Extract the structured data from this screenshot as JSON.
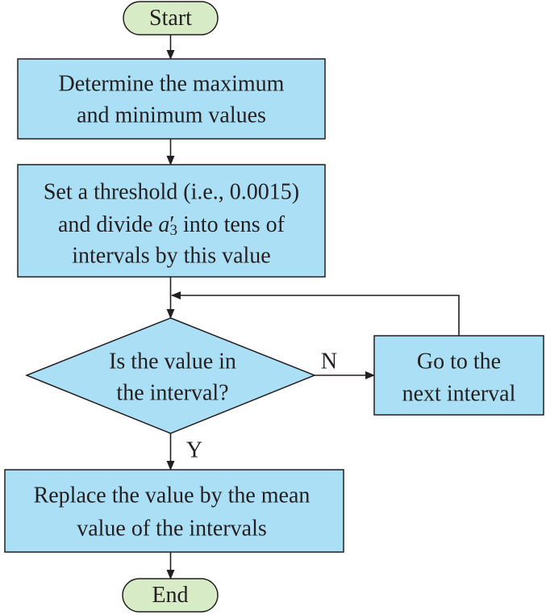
{
  "colors": {
    "process_fill": "#abdff5",
    "terminal_fill": "#d7ecc6",
    "stroke": "#231f20",
    "text": "#231f20"
  },
  "flowchart": {
    "start": {
      "label": "Start"
    },
    "step_minmax": {
      "line1": "Determine the maximum",
      "line2": "and minimum values"
    },
    "step_threshold": {
      "line1": "Set a threshold (i.e., 0.0015)",
      "line2_before": "and divide ",
      "var_base": "a",
      "var_prime": "′",
      "var_sub": "3",
      "line2_after": " into tens of",
      "line3": "intervals by this value"
    },
    "decision": {
      "line1": "Is the value in",
      "line2": "the interval?"
    },
    "next_interval": {
      "line1": "Go to the",
      "line2": "next interval"
    },
    "replace": {
      "line1": "Replace the value by the mean",
      "line2": "value of the intervals"
    },
    "end": {
      "label": "End"
    },
    "edge_no_label": "N",
    "edge_yes_label": "Y"
  }
}
